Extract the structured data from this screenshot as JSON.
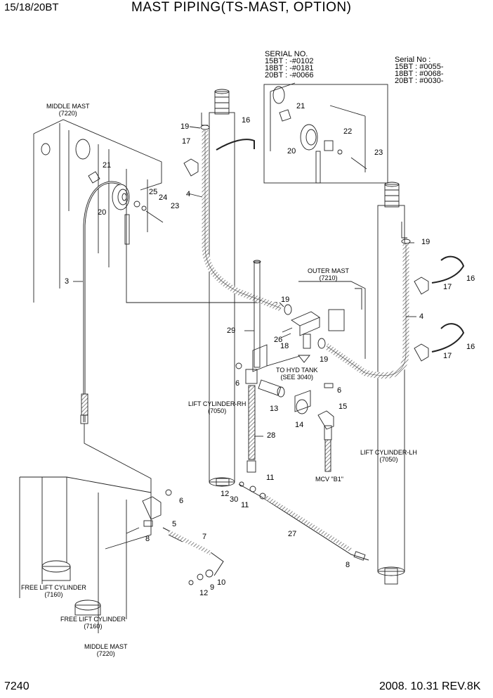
{
  "header": {
    "model": "15/18/20BT",
    "title": "MAST PIPING(TS-MAST, OPTION)"
  },
  "footer": {
    "page": "7240",
    "date_rev": "2008. 10.31  REV.8K"
  },
  "serial_left": {
    "title": "SERIAL NO.",
    "lines": [
      "15BT : -#0102",
      "18BT : -#0181",
      "20BT : -#0066"
    ]
  },
  "serial_right": {
    "title": "Serial No :",
    "lines": [
      "15BT : #0055-",
      "18BT : #0068-",
      "20BT : #0030-"
    ]
  },
  "labels": {
    "middle_mast_top": [
      "MIDDLE MAST",
      "(7220)"
    ],
    "outer_mast": [
      "OUTER MAST",
      "(7210)"
    ],
    "to_hyd_tank": [
      "TO HYD TANK",
      "(SEE 3040)"
    ],
    "lift_cyl_rh": [
      "LIFT CYLINDER-RH",
      "(7050)"
    ],
    "lift_cyl_lh": [
      "LIFT CYLINDER-LH",
      "(7050)"
    ],
    "mcv": "MCV \"B1\"",
    "free_lift_1": [
      "FREE LIFT CYLINDER",
      "(7160)"
    ],
    "free_lift_2": [
      "FREE LIFT CYLINDER",
      "(7160)"
    ],
    "middle_mast_bottom": [
      "MIDDLE MAST",
      "(7220)"
    ]
  },
  "part_numbers": {
    "p3": "3",
    "p4a": "4",
    "p4b": "4",
    "p5": "5",
    "p6a": "6",
    "p6b": "6",
    "p6c": "6",
    "p7": "7",
    "p8a": "8",
    "p8b": "8",
    "p9": "9",
    "p10": "10",
    "p11a": "11",
    "p11b": "11",
    "p12a": "12",
    "p12b": "12",
    "p13": "13",
    "p14": "14",
    "p15": "15",
    "p16a": "16",
    "p16b": "16",
    "p16c": "16",
    "p17a": "17",
    "p17b": "17",
    "p17c": "17",
    "p18": "18",
    "p19a": "19",
    "p19b": "19",
    "p19c": "19",
    "p19d": "19",
    "p20a": "20",
    "p20b": "20",
    "p21a": "21",
    "p21b": "21",
    "p22": "22",
    "p23a": "23",
    "p23b": "23",
    "p24": "24",
    "p25": "25",
    "p26": "26",
    "p27": "27",
    "p28": "28",
    "p29": "29",
    "p30": "30"
  }
}
